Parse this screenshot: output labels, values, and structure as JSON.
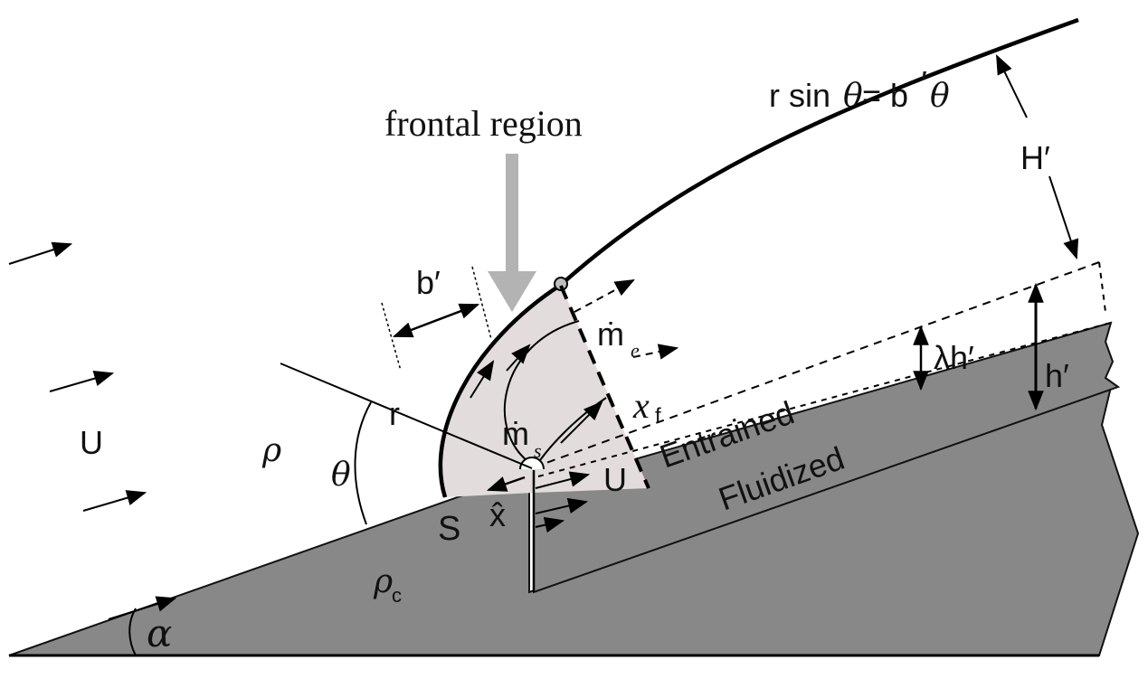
{
  "diagram": {
    "labels": {
      "frontal_region": "frontal region",
      "boundary_eq_lhs": "r sin",
      "boundary_eq_theta": "θ",
      "boundary_eq_eq": "= b",
      "boundary_eq_prime": "′",
      "boundary_eq_theta2": "θ",
      "H_prime": "H′",
      "b_prime": "b′",
      "m_dot": "ṁ",
      "m_e_sub": "e",
      "m_s_sub": "s",
      "x_f": "x",
      "x_f_sub": "f",
      "lambda_h": "λh′",
      "h_prime": "h′",
      "entrained": "Entrained",
      "fluidized": "Fluidized",
      "U_left": "U",
      "U_jet": "U",
      "rho": "ρ",
      "rho_c": "ρ",
      "rho_c_sub": "c",
      "theta": "θ",
      "r": "r",
      "S": "S",
      "x_hat": "x̂",
      "alpha": "α"
    },
    "colors": {
      "ground": "#888888",
      "frontal_fill": "#e2dcdc",
      "arrow_gray": "#b3b3b3",
      "ink": "#000000"
    }
  }
}
